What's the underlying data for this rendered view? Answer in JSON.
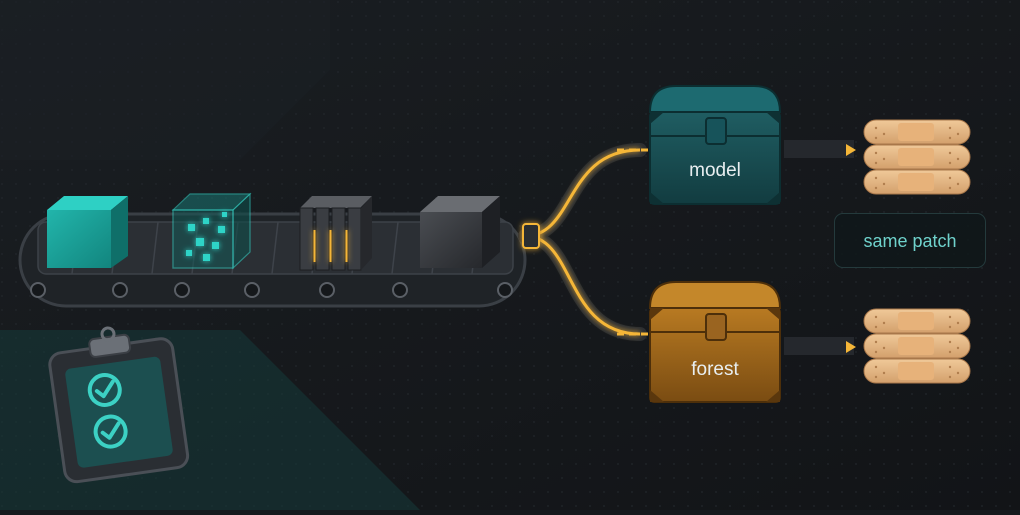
{
  "model_bin": {
    "label": "model"
  },
  "forest_bin": {
    "label": "forest"
  },
  "note": {
    "text": "same patch"
  },
  "colors": {
    "background": "#16191d",
    "teal": "#1aa39a",
    "gold": "#d9962a",
    "glow": "#f5b638",
    "bandage": "#e2b98a"
  },
  "icons": [
    "conveyor-belt",
    "solid-cube",
    "glass-cube",
    "sliced-block",
    "metal-cube",
    "clipboard-checklist",
    "treasure-chest",
    "bandage"
  ]
}
